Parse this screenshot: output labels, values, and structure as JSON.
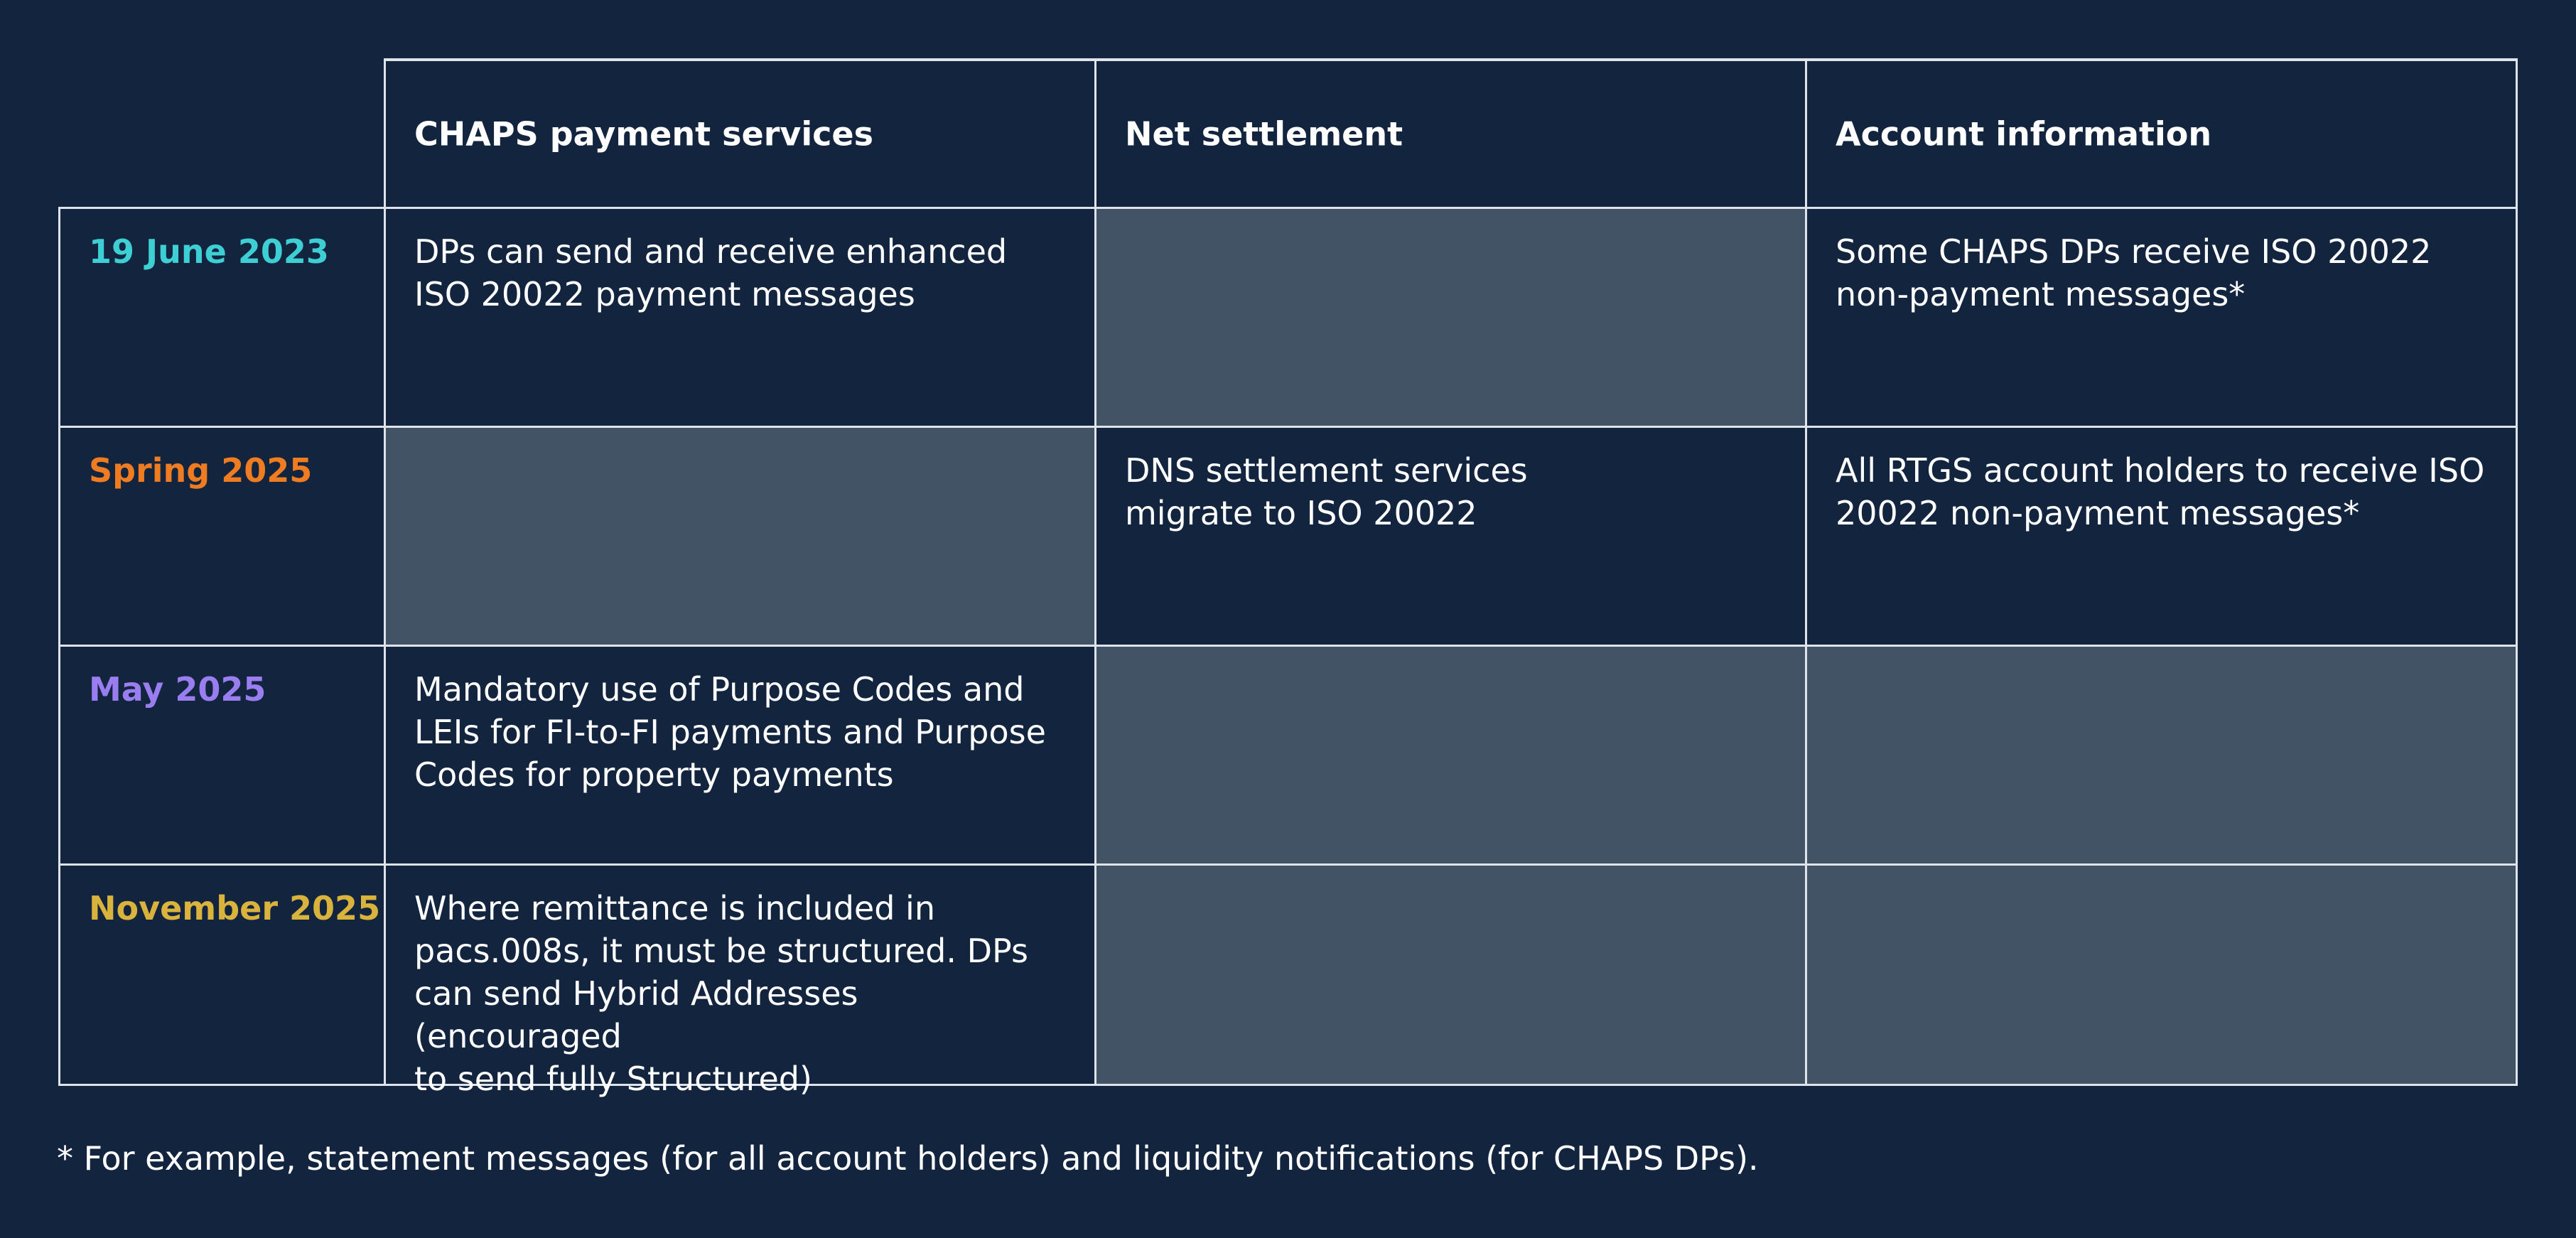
{
  "colors": {
    "background": "#13243f",
    "empty_cell": "#425366",
    "grid_line": "#dfe4ea",
    "date_june_2023": "#3ecfd5",
    "date_spring_2025": "#f07c22",
    "date_may_2025": "#9a7ef0",
    "date_november_2025": "#d9b33c"
  },
  "table": {
    "headers": [
      "CHAPS payment services",
      "Net settlement",
      "Account information"
    ],
    "rows": [
      {
        "date": "19 June 2023",
        "chaps": "DPs can send and receive enhanced\nISO 20022 payment messages",
        "net_settlement": "",
        "account_info": "Some CHAPS DPs receive ISO 20022\nnon-payment messages*"
      },
      {
        "date": "Spring 2025",
        "chaps": "",
        "net_settlement": "DNS settlement services\nmigrate to ISO 20022",
        "account_info": "All RTGS account holders to receive ISO\n20022 non-payment messages*"
      },
      {
        "date": "May 2025",
        "chaps": "Mandatory use of Purpose Codes and\nLEIs for FI-to-FI payments and Purpose\nCodes for property payments",
        "net_settlement": "",
        "account_info": ""
      },
      {
        "date": "November 2025",
        "chaps": "Where remittance is included in\npacs.008s, it must be structured. DPs\ncan send Hybrid Addresses (encouraged\nto send fully Structured)",
        "net_settlement": "",
        "account_info": ""
      }
    ]
  },
  "footnote": "* For example, statement messages (for all account holders) and liquidity notifications (for CHAPS DPs)."
}
